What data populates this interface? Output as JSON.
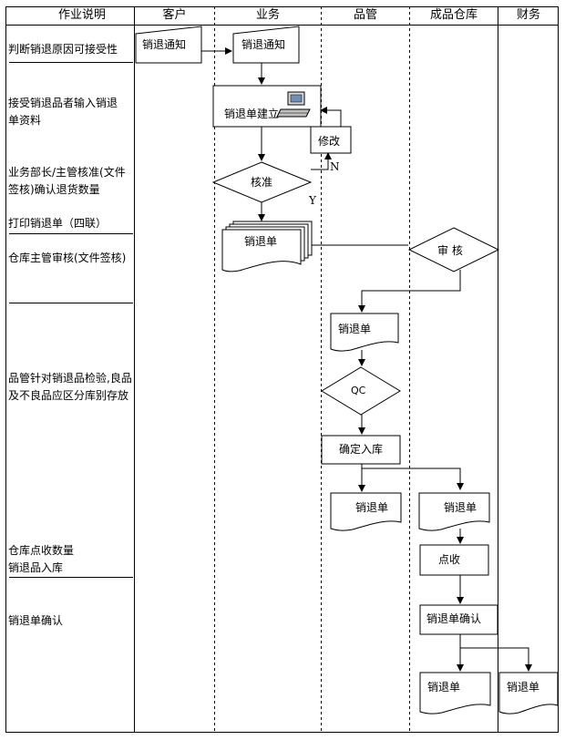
{
  "headers": {
    "description": "作业说明",
    "customer": "客户",
    "business": "业务",
    "qc": "品管",
    "warehouse": "成品仓库",
    "finance": "财务"
  },
  "descriptions": [
    "判断销退原因可接受性",
    "接受销退品者输入销退单资料",
    "业务部长/主管核准(文件签核)确认退货数量",
    "打印销退单（四联）",
    "仓库主管审核(文件签核)",
    "品管针对销退品检验,良品及不良品应区分库别存放",
    "仓库点收数量 销退品入库",
    "销退单确认"
  ],
  "nodes": {
    "customer_notice": "销退通知",
    "business_notice": "销退通知",
    "return_create": "销退单建立",
    "modify": "修改",
    "approve": "核准",
    "no_label": "N",
    "yes_label": "Y",
    "return_doc_business": "销退单",
    "warehouse_review": "审 核",
    "return_doc_qc": "销退单",
    "qc_check": "QC",
    "confirm_stock": "确定入库",
    "return_doc_qc2": "销退单",
    "return_doc_wh": "销退单",
    "count": "点收",
    "return_confirm": "销退单确认",
    "return_doc_wh2": "销退单",
    "return_doc_fin": "销退单"
  }
}
